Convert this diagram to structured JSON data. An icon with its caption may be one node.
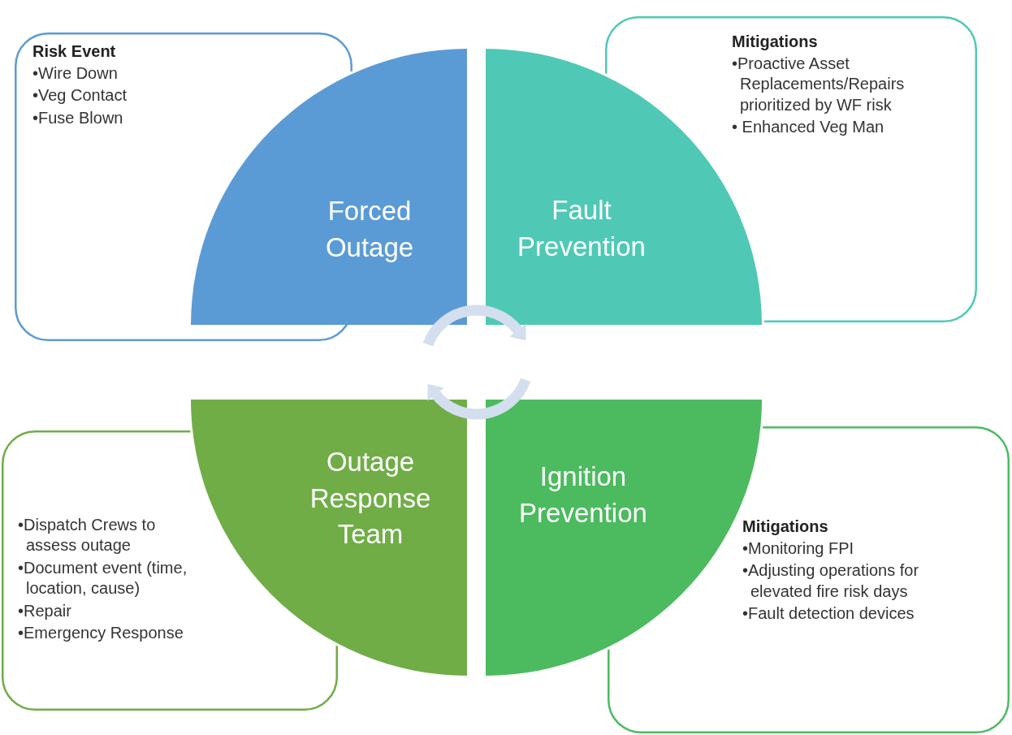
{
  "diagram": {
    "nodes": [
      {
        "text": [
          "Risk Event",
          "•Wire Down",
          "•Veg Contact",
          "•Fuse Blown"
        ]
      },
      {
        "text": [
          "Forced Outage"
        ]
      },
      {
        "text": [
          "Fault Prevention"
        ]
      },
      {
        "text": [
          "Mitigations",
          "•Proactive Asset Replacements/Repairs prioritized by WF risk",
          "• Enhanced Veg Man"
        ]
      },
      {
        "text": [
          "•Dispatch Crews to assess outage",
          "•Document event (time, location, cause)",
          "•Repair",
          "•Emergency Response"
        ]
      },
      {
        "text": [
          "Outage Response Team"
        ]
      },
      {
        "text": [
          "Ignition Prevention"
        ]
      },
      {
        "text": [
          "Mitigations",
          "•Monitoring FPI",
          "•Adjusting operations for elevated fire risk days",
          "•Fault detection devices"
        ]
      }
    ]
  }
}
